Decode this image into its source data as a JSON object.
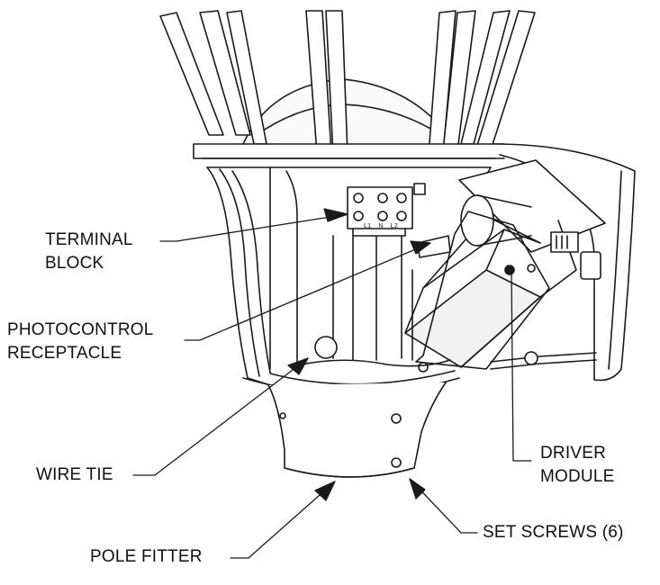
{
  "labels": {
    "terminal_block": [
      "TERMINAL",
      "BLOCK"
    ],
    "photocontrol_receptacle": [
      "PHOTOCONTROL",
      "RECEPTACLE"
    ],
    "wire_tie": "WIRE TIE",
    "pole_fitter": "POLE FITTER",
    "driver_module": [
      "DRIVER",
      "MODULE"
    ],
    "set_screws": "SET SCREWS (6)"
  },
  "terminal_markings": [
    "L1",
    "N",
    "L2"
  ],
  "colors": {
    "line": "#1a1a1a",
    "background": "#ffffff",
    "shade": "#f2f2f2"
  }
}
